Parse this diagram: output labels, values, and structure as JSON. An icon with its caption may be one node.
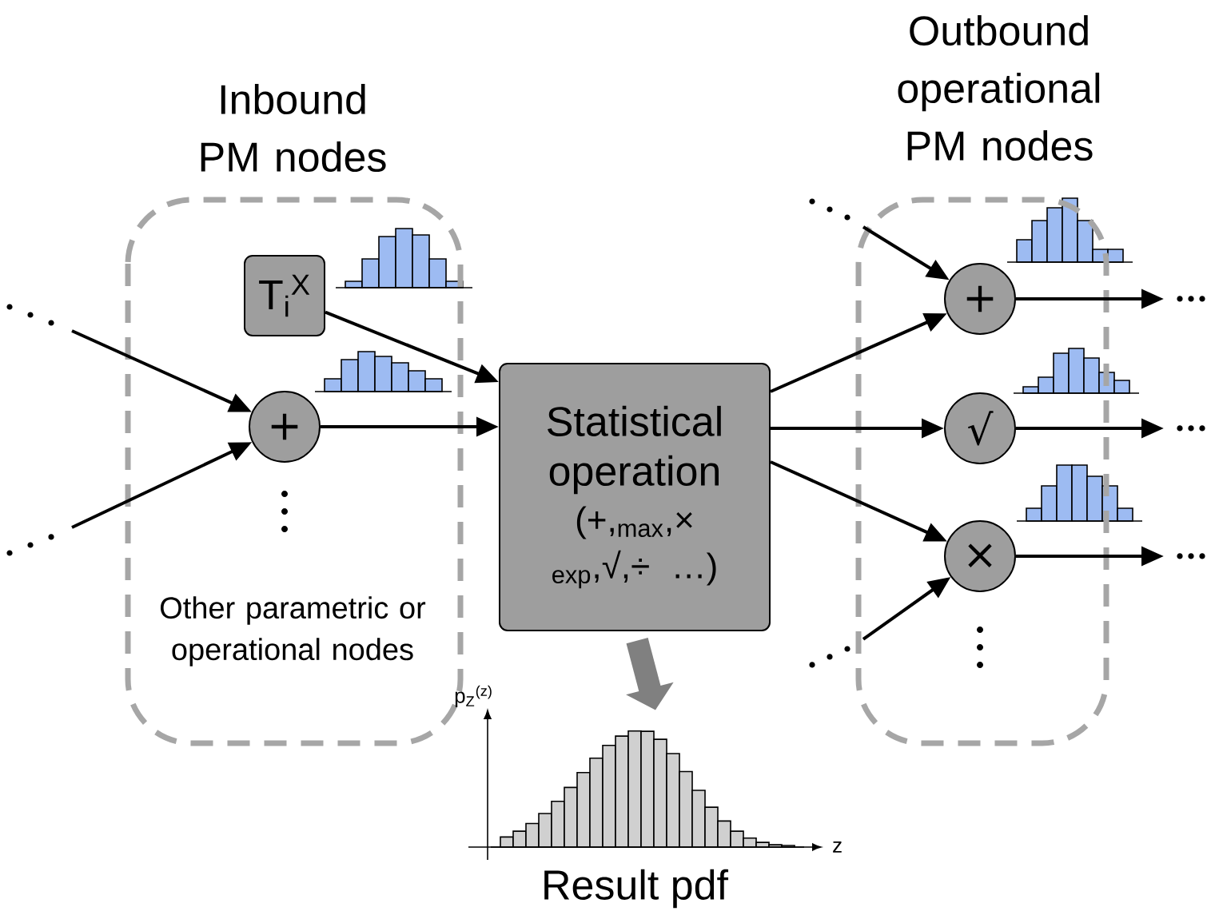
{
  "diagram": {
    "nodes": [
      {
        "text": [
          "Inbound PM nodes",
          "Other parametric or operational nodes"
        ]
      },
      {
        "text": [
          "T$_{i}$$^{X}$"
        ],
        "in": 0
      },
      {
        "text": [
          "+"
        ],
        "in": 0
      },
      {
        "text": [
          "Statistical operation",
          "(+,$_{max}$,× $_{exp}$,√,÷ …)"
        ]
      },
      {
        "text": [
          "Outbound operational PM nodes"
        ]
      },
      {
        "text": [
          "+"
        ],
        "in": 4
      },
      {
        "text": [
          "√"
        ],
        "in": 4
      },
      {
        "text": [
          "×"
        ],
        "in": 4
      },
      {
        "text": [
          "Result pdf"
        ],
        "beside": [
          "p$_{Z}$$^{(z)}$",
          "z"
        ]
      }
    ],
    "edges": [
      {
        "from": null,
        "to": 2,
        "arrow": "to"
      },
      {
        "from": null,
        "to": 2,
        "arrow": "to"
      },
      {
        "from": 1,
        "to": 3,
        "arrow": "to"
      },
      {
        "from": 2,
        "to": 3,
        "arrow": "to"
      },
      {
        "from": null,
        "to": 5,
        "arrow": "to"
      },
      {
        "from": 3,
        "to": 5,
        "arrow": "to"
      },
      {
        "from": 3,
        "to": 6,
        "arrow": "to"
      },
      {
        "from": 3,
        "to": 7,
        "arrow": "to"
      },
      {
        "from": null,
        "to": 7,
        "arrow": "to"
      },
      {
        "from": 5,
        "to": null,
        "arrow": "to"
      },
      {
        "from": 6,
        "to": null,
        "arrow": "to"
      },
      {
        "from": 7,
        "to": null,
        "arrow": "to"
      },
      {
        "from": 3,
        "to": 8,
        "arrow": "to",
        "style": "thick",
        "color": "#808080"
      }
    ]
  }
}
